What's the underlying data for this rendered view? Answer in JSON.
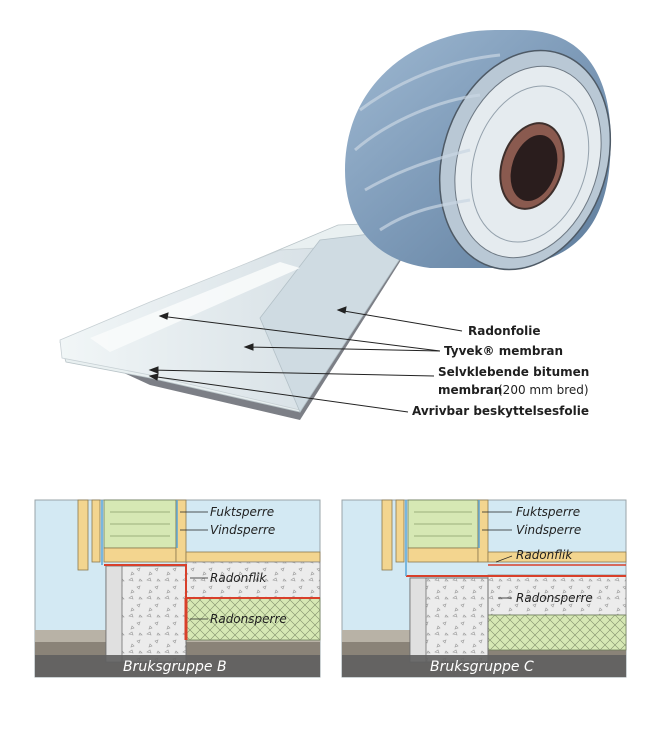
{
  "product_callouts": {
    "radonfolie": "Radonfolie",
    "tyvek": "Tyvek® membran",
    "bitumen_line1": "Selvklebende bitumen",
    "bitumen_line2": "membran",
    "bitumen_width": "(200 mm bred)",
    "beskyttelse": "Avrivbar beskyttelsesfolie"
  },
  "panel_b": {
    "fuktsperre": "Fuktsperre",
    "vindsperre": "Vindsperre",
    "radonflik": "Radonflik",
    "radonsperre": "Radonsperre",
    "caption": "Bruksgruppe B"
  },
  "panel_c": {
    "fuktsperre": "Fuktsperre",
    "vindsperre": "Vindsperre",
    "radonflik": "Radonflik",
    "radonsperre": "Radonsperre",
    "caption": "Bruksgruppe C"
  },
  "colors": {
    "roll_blue": "#7f9fbd",
    "sky": "#d3e9f3",
    "insulation_green": "#d6e8b4",
    "timber": "#f3d58f",
    "concrete": "#ececec",
    "radon_red": "#d8402b",
    "ground": "#8a8378",
    "caption_band": "#5f5f5f"
  }
}
